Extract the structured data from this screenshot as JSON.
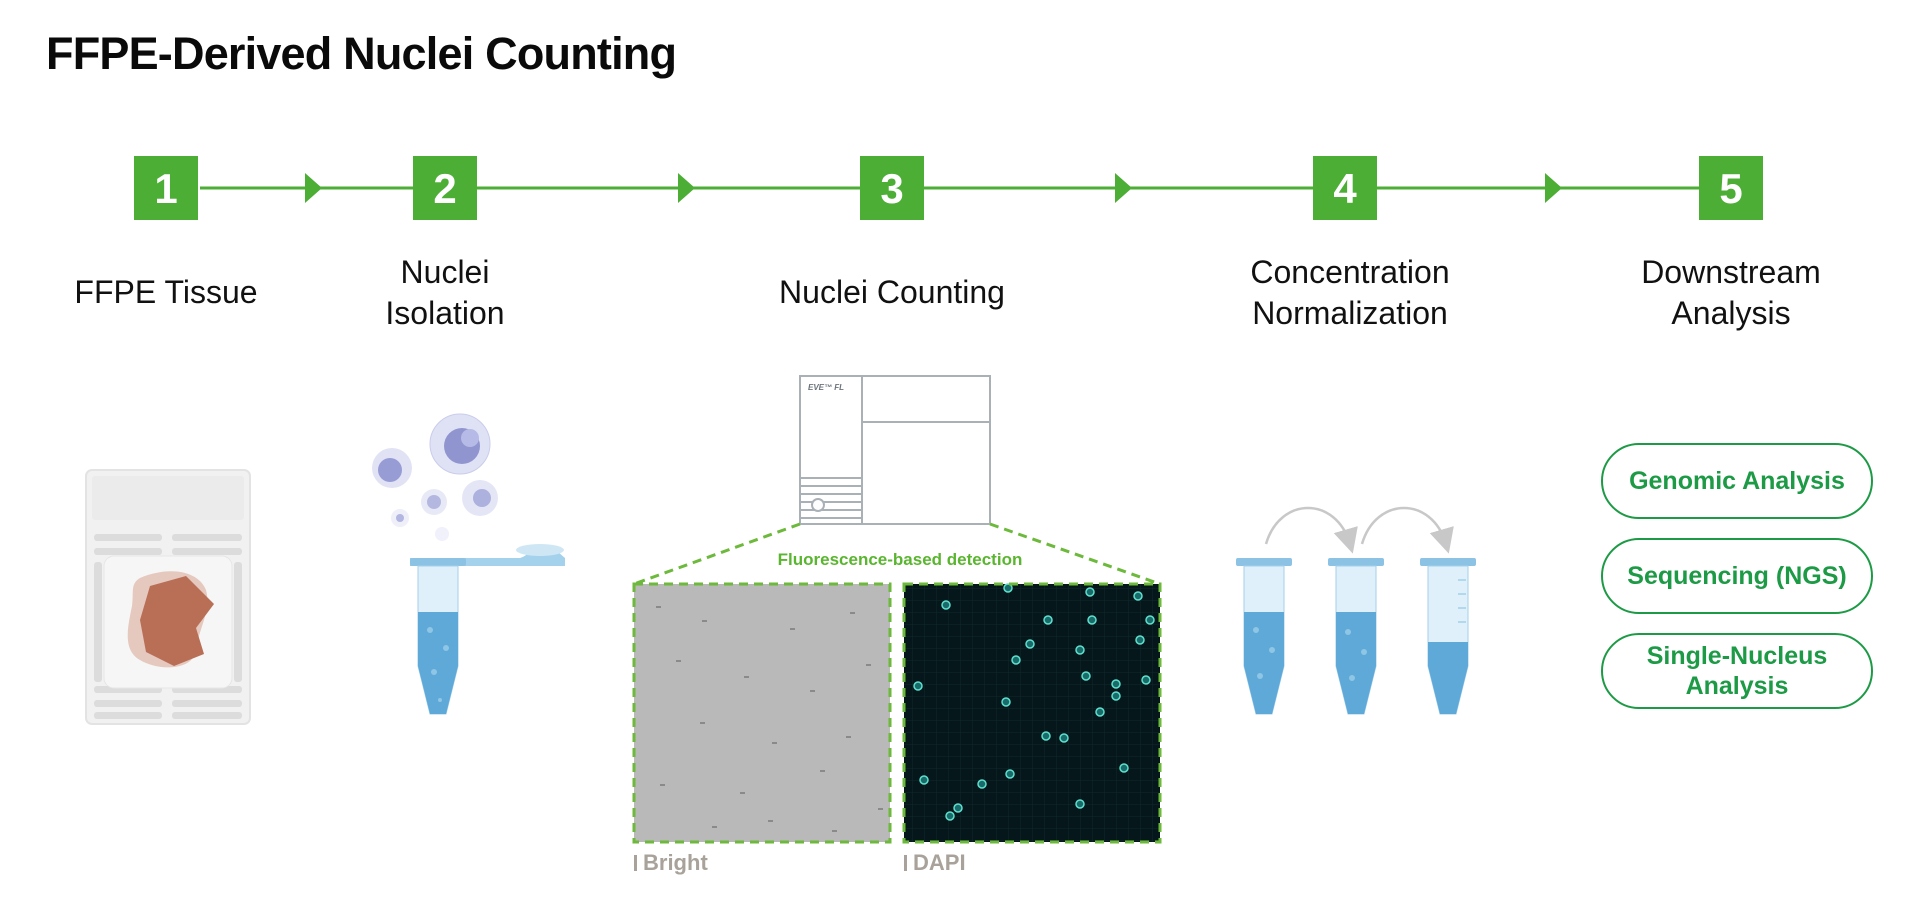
{
  "title": "FFPE-Derived Nuclei Counting",
  "colors": {
    "accent_green": "#4cae35",
    "pill_green": "#1d9a45",
    "tag_gray": "#a8a29a",
    "tube_blue": "#8cc3e4"
  },
  "steps": [
    {
      "number": "1",
      "label": "FFPE Tissue"
    },
    {
      "number": "2",
      "label": "Nuclei\nIsolation"
    },
    {
      "number": "3",
      "label": "Nuclei Counting"
    },
    {
      "number": "4",
      "label": "Concentration\nNormalization"
    },
    {
      "number": "5",
      "label": "Downstream\nAnalysis"
    }
  ],
  "counter": {
    "brand": "EVE™ FL"
  },
  "detection": {
    "label": "Fluorescence-based detection",
    "bright_tag": "Bright",
    "dapi_tag": "DAPI"
  },
  "analyses": [
    "Genomic Analysis",
    "Sequencing (NGS)",
    "Single-Nucleus Analysis"
  ],
  "icons": [
    "ffpe-slide-icon",
    "nuclei-cells-icon",
    "pipette-icon",
    "tube-icon",
    "cell-counter-icon",
    "arrow-icon"
  ]
}
